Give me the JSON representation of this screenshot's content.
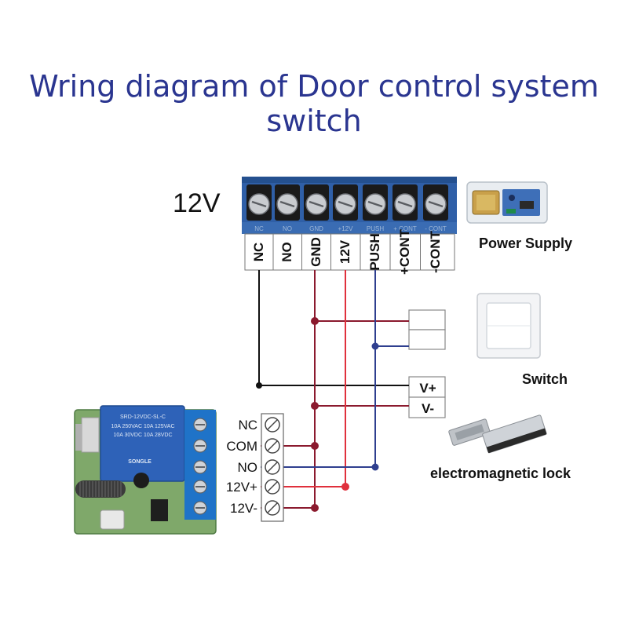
{
  "title": "Wring diagram of Door control system switch",
  "voltage_label": "12V",
  "controller": {
    "terminals": [
      "NC",
      "NO",
      "GND",
      "12V",
      "PUSH",
      "+CONT",
      "-CONT"
    ],
    "strip_labels": [
      "NC",
      "NO",
      "GND",
      "+12V",
      "PUSH",
      "+ CONT",
      "- CONT"
    ]
  },
  "power_supply_label": "Power Supply",
  "switch_label": "Switch",
  "lock": {
    "label": "electromagnetic lock",
    "terminals": [
      "V+",
      "V-"
    ]
  },
  "receiver": {
    "terminals": [
      "NC",
      "COM",
      "NO",
      "12V+",
      "12V-"
    ],
    "relay_text": [
      "SRD-12VDC-SL-C",
      "10A 250VAC 10A 125VAC",
      "10A 30VDC 10A 28VDC"
    ],
    "brand": "SONGLE"
  },
  "colors": {
    "title": "#2a3590",
    "wire_black": "#111111",
    "wire_gnd": "#8b1a2e",
    "wire_12v": "#e0303c",
    "wire_push": "#2f3f8f",
    "controller_body": "#2f5fa7"
  }
}
